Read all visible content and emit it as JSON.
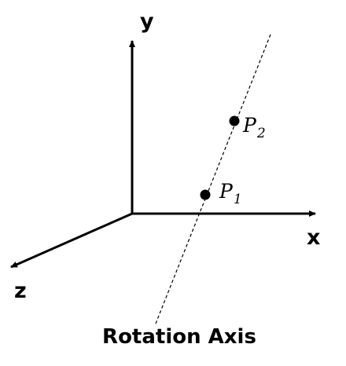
{
  "axes": {
    "x_label": "x",
    "y_label": "y",
    "z_label": "z"
  },
  "points": [
    {
      "letter": "P",
      "subscript": "1"
    },
    {
      "letter": "P",
      "subscript": "2"
    }
  ],
  "caption": "Rotation Axis",
  "colors": {
    "ink": "#000000",
    "background": "#ffffff"
  }
}
